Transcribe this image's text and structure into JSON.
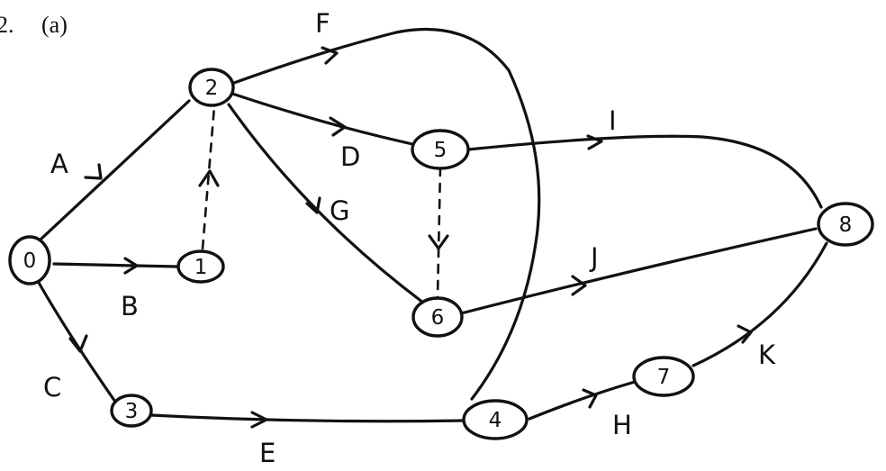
{
  "header": {
    "question_number": "2.",
    "part_label": "(a)"
  },
  "network": {
    "nodes": [
      {
        "id": "0",
        "label": "0"
      },
      {
        "id": "1",
        "label": "1"
      },
      {
        "id": "2",
        "label": "2"
      },
      {
        "id": "3",
        "label": "3"
      },
      {
        "id": "4",
        "label": "4"
      },
      {
        "id": "5",
        "label": "5"
      },
      {
        "id": "6",
        "label": "6"
      },
      {
        "id": "7",
        "label": "7"
      },
      {
        "id": "8",
        "label": "8"
      }
    ],
    "activities": [
      {
        "label": "A",
        "from": "0",
        "to": "2"
      },
      {
        "label": "B",
        "from": "0",
        "to": "1"
      },
      {
        "label": "C",
        "from": "0",
        "to": "3"
      },
      {
        "label": "D",
        "from": "2",
        "to": "5"
      },
      {
        "label": "E",
        "from": "3",
        "to": "4"
      },
      {
        "label": "F",
        "from": "2",
        "to": "4"
      },
      {
        "label": "G",
        "from": "2",
        "to": "6"
      },
      {
        "label": "H",
        "from": "4",
        "to": "7"
      },
      {
        "label": "I",
        "from": "5",
        "to": "8"
      },
      {
        "label": "J",
        "from": "6",
        "to": "8"
      },
      {
        "label": "K",
        "from": "7",
        "to": "8"
      }
    ],
    "dummies": [
      {
        "from": "1",
        "to": "2"
      },
      {
        "from": "5",
        "to": "6"
      }
    ]
  }
}
